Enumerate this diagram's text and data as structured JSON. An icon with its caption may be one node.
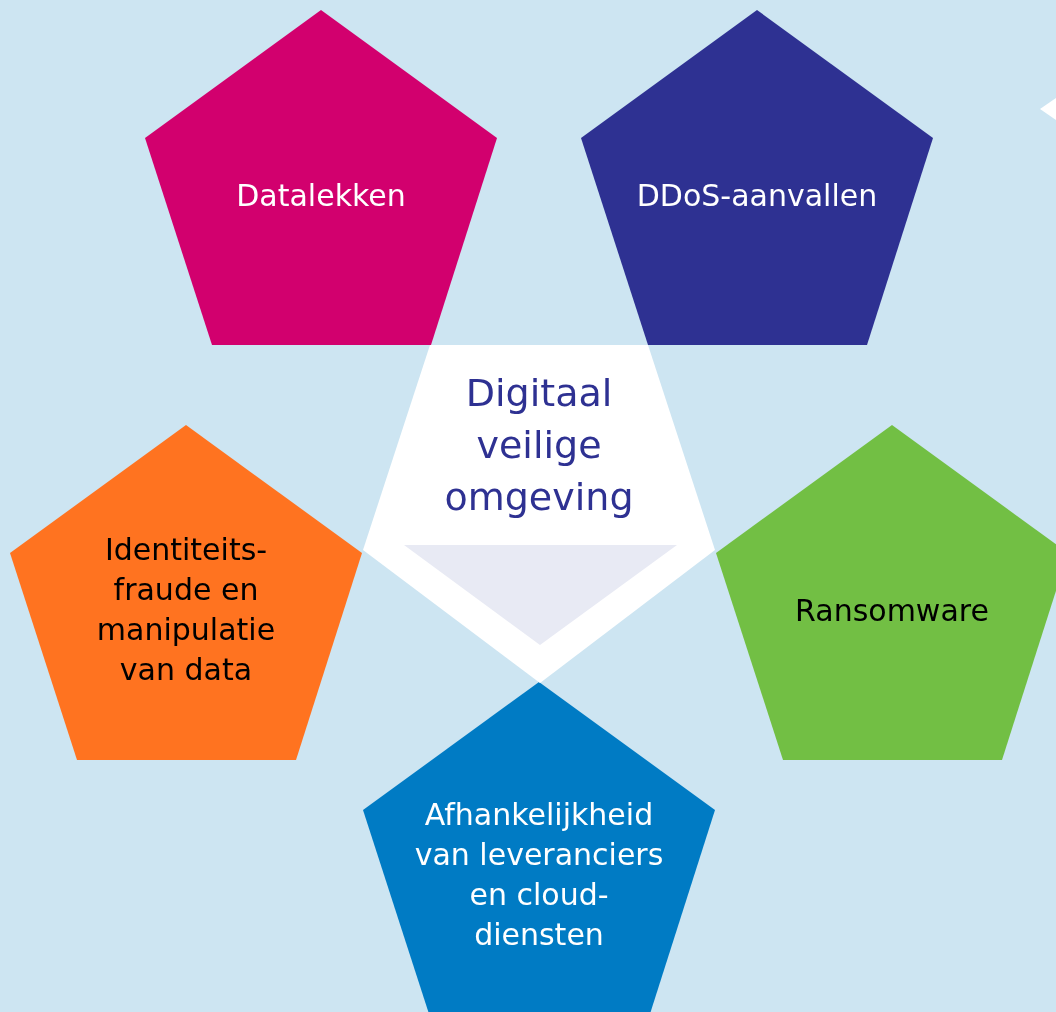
{
  "diagram": {
    "nodes": [
      {
        "text": [
          "Digitaal veilige omgeving"
        ]
      },
      {
        "text": [
          "Datalekken"
        ]
      },
      {
        "text": [
          "DDoS-aanvallen"
        ]
      },
      {
        "text": [
          "Identiteits- fraude en manipulatie van data"
        ]
      },
      {
        "text": [
          "Ransomware"
        ]
      },
      {
        "text": [
          "Afhankelijkheid van leveranciers en cloud- diensten"
        ]
      }
    ]
  }
}
